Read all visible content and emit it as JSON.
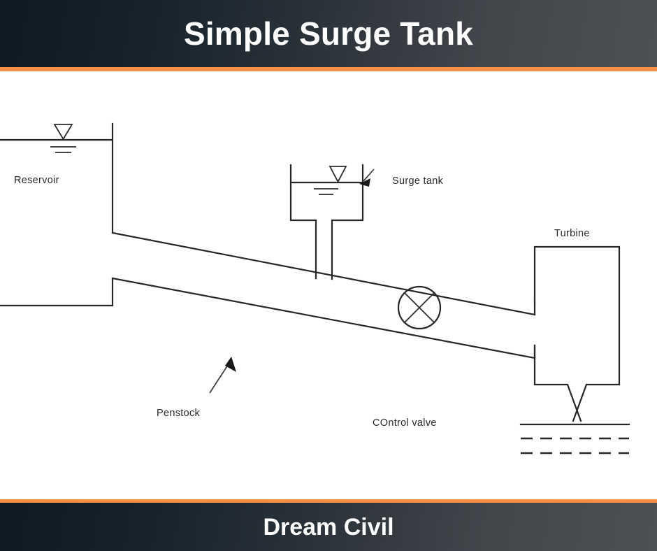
{
  "header": {
    "title": "Simple Surge Tank",
    "accent_color": "#f79044",
    "gradient_from": "#0f1a23",
    "gradient_to": "#4d5054"
  },
  "footer": {
    "title": "Dream Civil",
    "accent_color": "#f79044"
  },
  "diagram": {
    "type": "engineering-schematic",
    "subject": "Hydropower plant with simple surge tank",
    "line_color": "#262626",
    "background_color": "#ffffff",
    "labels": {
      "reservoir": "Reservoir",
      "surge_tank": "Surge tank",
      "penstock": "Penstock",
      "control_valve": "COntrol valve",
      "turbine": "Turbine"
    },
    "components": [
      {
        "name": "reservoir",
        "label": "Reservoir",
        "description": "Open water body at upper left with free water surface symbol and stepped outlet wall"
      },
      {
        "name": "surge-tank",
        "label": "Surge tank",
        "description": "Vertical open tank with water surface symbol, connected by a riser shaft to the penstock"
      },
      {
        "name": "penstock",
        "label": "Penstock",
        "description": "Sloping twin-line conduit running from the reservoir down to the turbine"
      },
      {
        "name": "control-valve",
        "label": "COntrol valve",
        "description": "Circle with internal cross symbol placed on the penstock"
      },
      {
        "name": "turbine",
        "label": "Turbine",
        "description": "Powerhouse box with draft tube discharging into the tailrace"
      },
      {
        "name": "tailrace",
        "label": "",
        "description": "Solid water surface line with two dashed lines below representing tailwater"
      }
    ]
  }
}
